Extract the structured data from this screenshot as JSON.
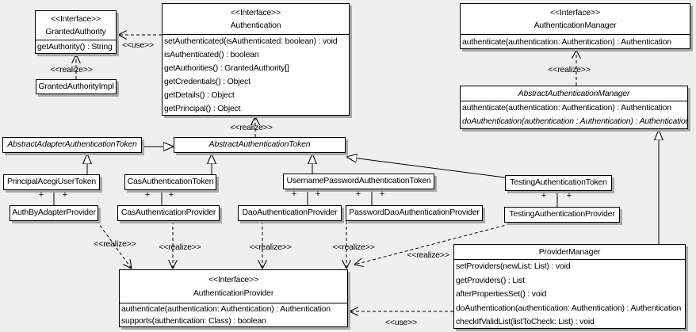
{
  "colors": {
    "background": "#efefef",
    "box_background": "#ffffff",
    "line": "#000000",
    "shadow": "#a8a8a8"
  },
  "labels": {
    "use": "<<use>>",
    "realize": "<<realize>>",
    "plus": "+"
  },
  "classes": {
    "granted_authority": {
      "stereotype": "<<Interface>>",
      "name": "GrantedAuthority",
      "methods": [
        "getAuthority() : String"
      ]
    },
    "granted_authority_impl": {
      "name": "GrantedAuthorityImpl"
    },
    "authentication": {
      "stereotype": "<<Interface>>",
      "name": "Authentication",
      "methods": [
        "setAuthenticated(isAuthenticated: boolean) : void",
        "isAuthenticated() : boolean",
        "getAuthorities() : GrantedAuthority[]",
        "getCredentials() : Object",
        "getDetails() : Object",
        "getPrincipal() : Object"
      ]
    },
    "authentication_manager": {
      "stereotype": "<<Interface>>",
      "name": "AuthenticationManager",
      "methods": [
        "authenticate(authentication: Authentication) : Authentication"
      ]
    },
    "abstract_authentication_manager": {
      "name": "AbstractAuthenticationManager",
      "methods": [
        "authenticate(authentication: Authentication) : Authentication",
        "doAuthentication(authentication : Authentication) : Authentication"
      ]
    },
    "abstract_adapter_authentication_token": {
      "name": "AbstractAdapterAuthenticationToken"
    },
    "abstract_authentication_token": {
      "name": "AbstractAuthenticationToken"
    },
    "principal_acegi_user_token": {
      "name": "PrincipalAcegiUserToken"
    },
    "cas_authentication_token": {
      "name": "CasAuthenticationToken"
    },
    "username_password_authentication_token": {
      "name": "UsernamePasswordAuthenticationToken"
    },
    "testing_authentication_token": {
      "name": "TestingAuthenticationToken"
    },
    "auth_by_adapter_provider": {
      "name": "AuthByAdapterProvider"
    },
    "cas_authentication_provider": {
      "name": "CasAuthenticationProvider"
    },
    "dao_authentication_provider": {
      "name": "DaoAuthenticationProvider"
    },
    "password_dao_authentication_provider": {
      "name": "PasswordDaoAuthenticationProvider"
    },
    "testing_authentication_provider": {
      "name": "TestingAuthenticationProvider"
    },
    "authentication_provider": {
      "stereotype": "<<Interface>>",
      "name": "AuthenticationProvider",
      "methods": [
        "authenticate(authentication: Authentication) : Authentication",
        "supports(authentication: Class) : boolean"
      ]
    },
    "provider_manager": {
      "name": "ProviderManager",
      "methods": [
        "setProviders(newList: List) : void",
        "getProviders() : List",
        "afterPropertiesSet() : void",
        "doAuthentication(authentication: Authentication) : Authentication",
        "checkIfValidList(listToCheck: List) : void"
      ]
    }
  }
}
